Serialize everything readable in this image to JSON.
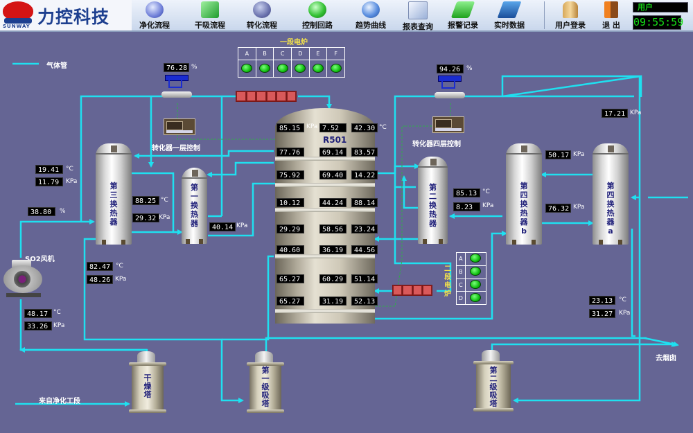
{
  "toolbar": {
    "logo_text": "力控科技",
    "logo_sub": "SUNWAY",
    "nav": [
      {
        "label": "净化流程",
        "icon": "purify-flow-icon"
      },
      {
        "label": "干吸流程",
        "icon": "dry-absorb-flow-icon"
      },
      {
        "label": "转化流程",
        "icon": "conversion-flow-icon"
      },
      {
        "label": "控制回路",
        "icon": "control-loop-icon"
      },
      {
        "label": "趋势曲线",
        "icon": "trend-curve-icon"
      },
      {
        "label": "报表查询",
        "icon": "report-query-icon"
      },
      {
        "label": "报警记录",
        "icon": "alarm-record-icon"
      },
      {
        "label": "实时数据",
        "icon": "realtime-data-icon"
      },
      {
        "label": "用户登录",
        "icon": "user-login-icon"
      },
      {
        "label": "退  出",
        "icon": "exit-icon"
      }
    ],
    "user_label": "用户",
    "clock": "09:55:59"
  },
  "legend": {
    "label": "气体管"
  },
  "colors": {
    "pipe": "#1fe0f0",
    "background": "#656594",
    "signal": "#2fae4a"
  },
  "units": {
    "kpa": "KPa",
    "celsius": "°C",
    "percent": "%"
  },
  "valves": {
    "v1": {
      "value": "76.28",
      "unit": "%"
    },
    "v2": {
      "value": "94.26",
      "unit": "%"
    }
  },
  "controllers": {
    "c1": "转化器一层控制",
    "c2": "转化器四层控制"
  },
  "furnace1": {
    "title": "一段电炉",
    "channels": [
      "A",
      "B",
      "C",
      "D",
      "E",
      "F"
    ],
    "status": [
      "on",
      "on",
      "on",
      "on",
      "on",
      "on"
    ]
  },
  "furnace2": {
    "title": "二段电炉",
    "channels": [
      "A",
      "B",
      "C",
      "D"
    ],
    "status": [
      "on",
      "on",
      "on",
      "on"
    ]
  },
  "converter": {
    "name": "R501",
    "rows": [
      [
        "85.15",
        "7.52",
        "42.30"
      ],
      [
        "77.76",
        "69.14",
        "83.57"
      ],
      [
        "75.92",
        "69.40",
        "14.22"
      ],
      [
        "10.12",
        "44.24",
        "88.14"
      ],
      [
        "29.29",
        "58.56",
        "23.24"
      ],
      [
        "40.60",
        "36.19",
        "44.56"
      ],
      [
        "65.27",
        "60.29",
        "51.14"
      ],
      [
        "65.27",
        "31.19",
        "52.13"
      ]
    ]
  },
  "exchangers": {
    "hx3": {
      "name": "第三换热器",
      "temp_in": "19.41",
      "press_in": "11.79",
      "temp_out": "88.25",
      "press_out": "29.32"
    },
    "hx1": {
      "name": "第一换热器",
      "press": "40.14"
    },
    "hx2": {
      "name": "第二换热器",
      "temp": "85.13",
      "press": "8.23"
    },
    "hx4b": {
      "name": "第四换热器b",
      "press_top": "50.17",
      "press_mid": "76.32"
    },
    "hx4a": {
      "name": "第四换热器a",
      "press_top": "17.21"
    }
  },
  "fan": {
    "name": "SO2风机",
    "opening": "38.80",
    "temp_out": "48.17",
    "press_out": "33.26"
  },
  "line_readings": {
    "left_mid": {
      "temp": "82.47",
      "press": "48.26"
    },
    "right_low": {
      "temp": "23.13",
      "press": "31.27"
    }
  },
  "towers": {
    "dry": "干燥塔",
    "abs1": "第一级吸塔",
    "abs2": "第二级吸塔"
  },
  "flow_labels": {
    "from_purify": "来自净化工段",
    "to_chimney": "去烟囱"
  }
}
